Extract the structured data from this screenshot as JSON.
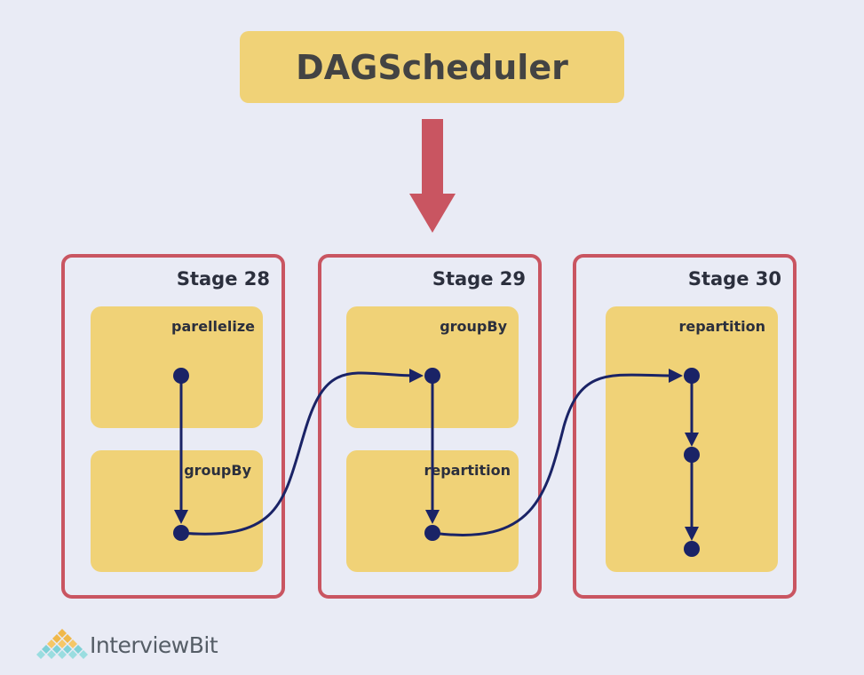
{
  "title": "DAGScheduler",
  "stages": [
    {
      "label": "Stage 28",
      "rdds": [
        "parellelize",
        "groupBy"
      ]
    },
    {
      "label": "Stage 29",
      "rdds": [
        "groupBy",
        "repartition"
      ]
    },
    {
      "label": "Stage 30",
      "rdds": [
        "repartition"
      ]
    }
  ],
  "brand": {
    "name": "InterviewBit"
  },
  "colors": {
    "background": "#e9ebf5",
    "box_fill": "#f0d277",
    "stage_border": "#c95561",
    "arrow_main": "#c95561",
    "edges": "#1a2366"
  }
}
